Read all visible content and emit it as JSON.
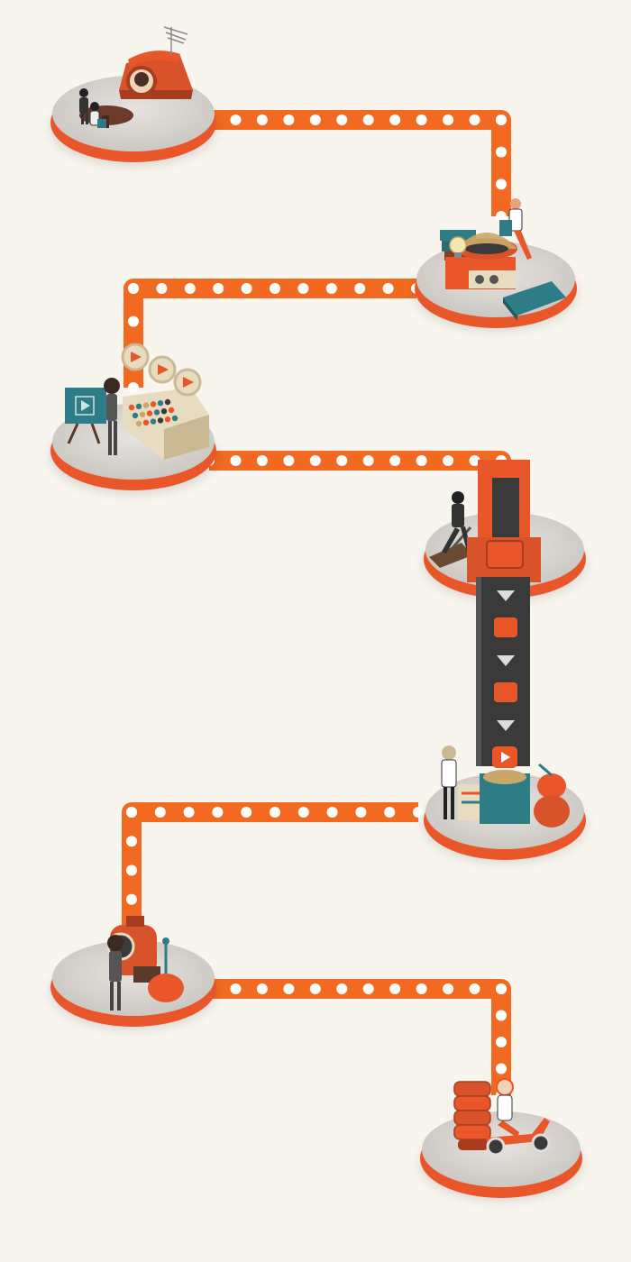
{
  "colors": {
    "background": "#f8f5ef",
    "track": "#f26a21",
    "track_dot": "#ffffff",
    "platform_top": "#dcd9d4",
    "platform_rim": "#e8562a",
    "accent_orange": "#e8562a",
    "teal": "#2e7d86",
    "cream": "#e8dcc0",
    "dark": "#3a3a3a"
  },
  "stations": [
    {
      "id": "phone-meeting",
      "icons": [
        "rotary-phone-icon",
        "antenna-icon",
        "meeting-table-icon",
        "person-icon"
      ]
    },
    {
      "id": "record-player",
      "icons": [
        "record-player-icon",
        "book-icon",
        "light-bulb-icon",
        "person-icon"
      ]
    },
    {
      "id": "control-board",
      "icons": [
        "easel-icon",
        "play-button-icon",
        "control-panel-icon",
        "person-icon"
      ]
    },
    {
      "id": "conveyor-machine",
      "icons": [
        "conveyor-belt-icon",
        "lever-icon",
        "person-icon"
      ]
    },
    {
      "id": "gas-tanks",
      "icons": [
        "abacus-icon",
        "gas-tank-icon",
        "play-button-icon",
        "person-icon"
      ]
    },
    {
      "id": "boiler",
      "icons": [
        "boiler-icon",
        "gas-tank-icon",
        "person-icon"
      ]
    },
    {
      "id": "delivery-scooter",
      "icons": [
        "scooter-icon",
        "package-stack-icon",
        "delivery-person-icon"
      ]
    }
  ]
}
